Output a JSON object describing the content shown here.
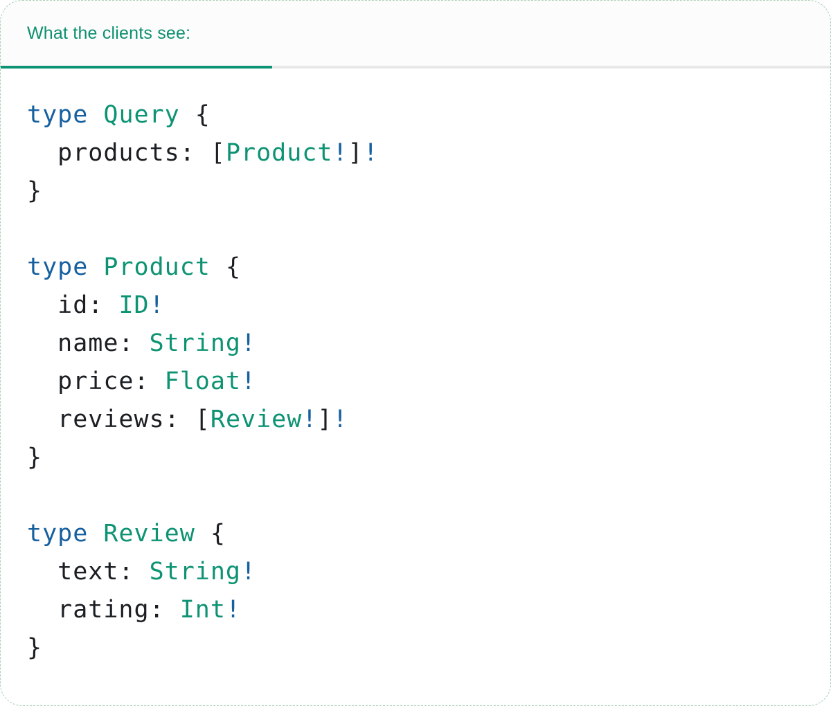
{
  "panel": {
    "tab_label": "What the clients see:"
  },
  "colors": {
    "accent_teal": "#0d9474",
    "tab_text_teal": "#0e8f70",
    "type_name_teal": "#0d9373",
    "keyword_blue": "#17609f",
    "bang_blue": "#17609f",
    "code_text": "#1b1f23",
    "tab_divider_gray": "#e6e8e7",
    "tabbar_background": "#fbfcfb",
    "panel_border_green": "#a9cfb6",
    "panel_background": "#ffffff"
  },
  "code": {
    "lines": [
      [
        {
          "t": "kw",
          "s": "type"
        },
        {
          "t": "p",
          "s": " "
        },
        {
          "t": "ty",
          "s": "Query"
        },
        {
          "t": "p",
          "s": " {"
        }
      ],
      [
        {
          "t": "p",
          "s": "  products: ["
        },
        {
          "t": "ty",
          "s": "Product"
        },
        {
          "t": "b",
          "s": "!"
        },
        {
          "t": "p",
          "s": "]"
        },
        {
          "t": "b",
          "s": "!"
        }
      ],
      [
        {
          "t": "p",
          "s": "}"
        }
      ],
      [],
      [
        {
          "t": "kw",
          "s": "type"
        },
        {
          "t": "p",
          "s": " "
        },
        {
          "t": "ty",
          "s": "Product"
        },
        {
          "t": "p",
          "s": " {"
        }
      ],
      [
        {
          "t": "p",
          "s": "  id: "
        },
        {
          "t": "ty",
          "s": "ID"
        },
        {
          "t": "b",
          "s": "!"
        }
      ],
      [
        {
          "t": "p",
          "s": "  name: "
        },
        {
          "t": "ty",
          "s": "String"
        },
        {
          "t": "b",
          "s": "!"
        }
      ],
      [
        {
          "t": "p",
          "s": "  price: "
        },
        {
          "t": "ty",
          "s": "Float"
        },
        {
          "t": "b",
          "s": "!"
        }
      ],
      [
        {
          "t": "p",
          "s": "  reviews: ["
        },
        {
          "t": "ty",
          "s": "Review"
        },
        {
          "t": "b",
          "s": "!"
        },
        {
          "t": "p",
          "s": "]"
        },
        {
          "t": "b",
          "s": "!"
        }
      ],
      [
        {
          "t": "p",
          "s": "}"
        }
      ],
      [],
      [
        {
          "t": "kw",
          "s": "type"
        },
        {
          "t": "p",
          "s": " "
        },
        {
          "t": "ty",
          "s": "Review"
        },
        {
          "t": "p",
          "s": " {"
        }
      ],
      [
        {
          "t": "p",
          "s": "  text: "
        },
        {
          "t": "ty",
          "s": "String"
        },
        {
          "t": "b",
          "s": "!"
        }
      ],
      [
        {
          "t": "p",
          "s": "  rating: "
        },
        {
          "t": "ty",
          "s": "Int"
        },
        {
          "t": "b",
          "s": "!"
        }
      ],
      [
        {
          "t": "p",
          "s": "}"
        }
      ]
    ]
  }
}
